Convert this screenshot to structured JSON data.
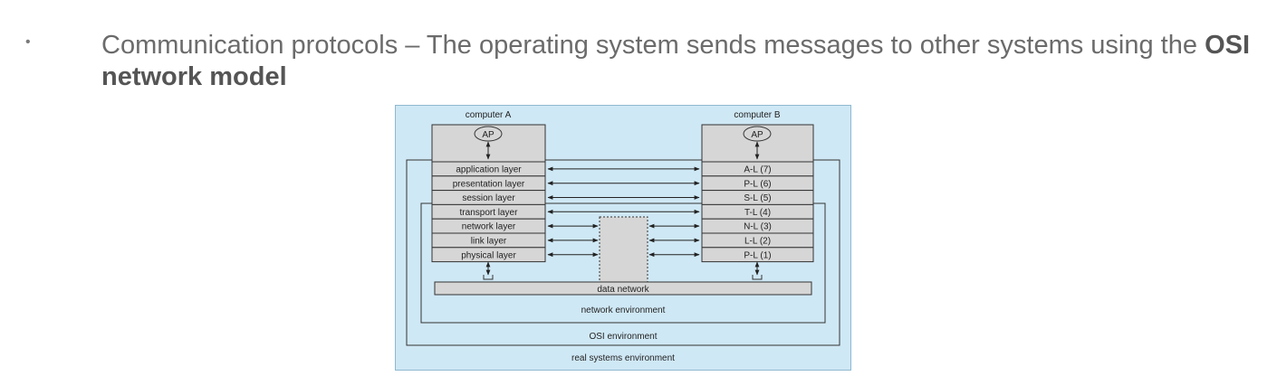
{
  "bullet": {
    "marker": "•",
    "text_before": "Communication protocols – The operating system sends messages to other systems using the ",
    "text_bold": "OSI network model"
  },
  "diagram": {
    "computer_a": {
      "title": "computer A",
      "ap": "AP",
      "layers": [
        "application layer",
        "presentation layer",
        "session layer",
        "transport layer",
        "network layer",
        "link layer",
        "physical layer"
      ]
    },
    "computer_b": {
      "title": "computer B",
      "ap": "AP",
      "layers": [
        "A-L (7)",
        "P-L (6)",
        "S-L (5)",
        "T-L (4)",
        "N-L (3)",
        "L-L (2)",
        "P-L (1)"
      ]
    },
    "data_network": "data network",
    "network_environment": "network environment",
    "osi_environment": "OSI environment",
    "real_systems_environment": "real systems environment",
    "colors": {
      "outer_fill": "#cfe8f5",
      "outer_stroke": "#8fb9d0",
      "box_fill": "#d6d6d6",
      "stroke": "#333333"
    }
  }
}
